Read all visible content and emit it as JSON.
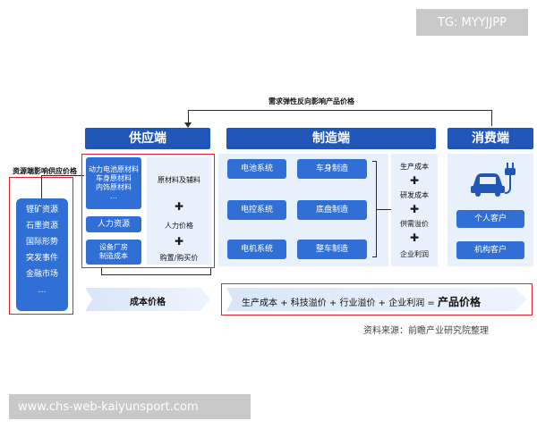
{
  "watermark_top": "TG: MYYJJPP",
  "watermark_bottom": "www.chs-web-kaiyunsport.com",
  "top_label": "需求弹性反向影响产品价格",
  "resource_label": "资源端影响供应价格",
  "headers": {
    "supply": "供应端",
    "manufacturing": "制造端",
    "consumer": "消费端"
  },
  "resources": [
    "锂矿资源",
    "石墨资源",
    "国际形势",
    "突发事件",
    "金融市场",
    "…"
  ],
  "supply_items": {
    "materials": "动力电池原材料\n车身原材料\n内饰原材料\n…",
    "labor": "人力资源",
    "equipment": "设备厂房\n制造成本"
  },
  "supply_costs": {
    "materials": "原材料及辅料",
    "labor": "人力价格",
    "equipment": "购置/购买价"
  },
  "manufacturing_items": [
    "电池系统",
    "车身制造",
    "电控系统",
    "底盘制造",
    "电机系统",
    "整车制造"
  ],
  "mfg_factors": [
    "生产成本",
    "研发成本",
    "供需溢价",
    "企业利润"
  ],
  "consumers": [
    "个人客户",
    "机构客户"
  ],
  "cost_price_label": "成本价格",
  "formula": "生产成本 + 科技溢价 + 行业溢价 + 企业利润 = ",
  "formula_result": "产品价格",
  "source": "资料来源：前瞻产业研究院整理",
  "colors": {
    "accent": "#2f6fd6",
    "dark": "#1f56b8",
    "highlight": "#e0242b",
    "pale": "#e8f0fb"
  },
  "icons": [
    "plus-icon",
    "car-icon",
    "plug-icon"
  ]
}
